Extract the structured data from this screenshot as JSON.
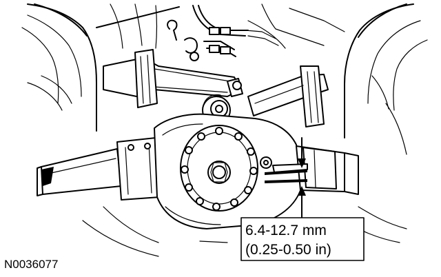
{
  "callout": {
    "metric": "6.4-12.7 mm",
    "imperial": "(0.25-0.50 in)"
  },
  "figure": {
    "id": "N0036077"
  }
}
